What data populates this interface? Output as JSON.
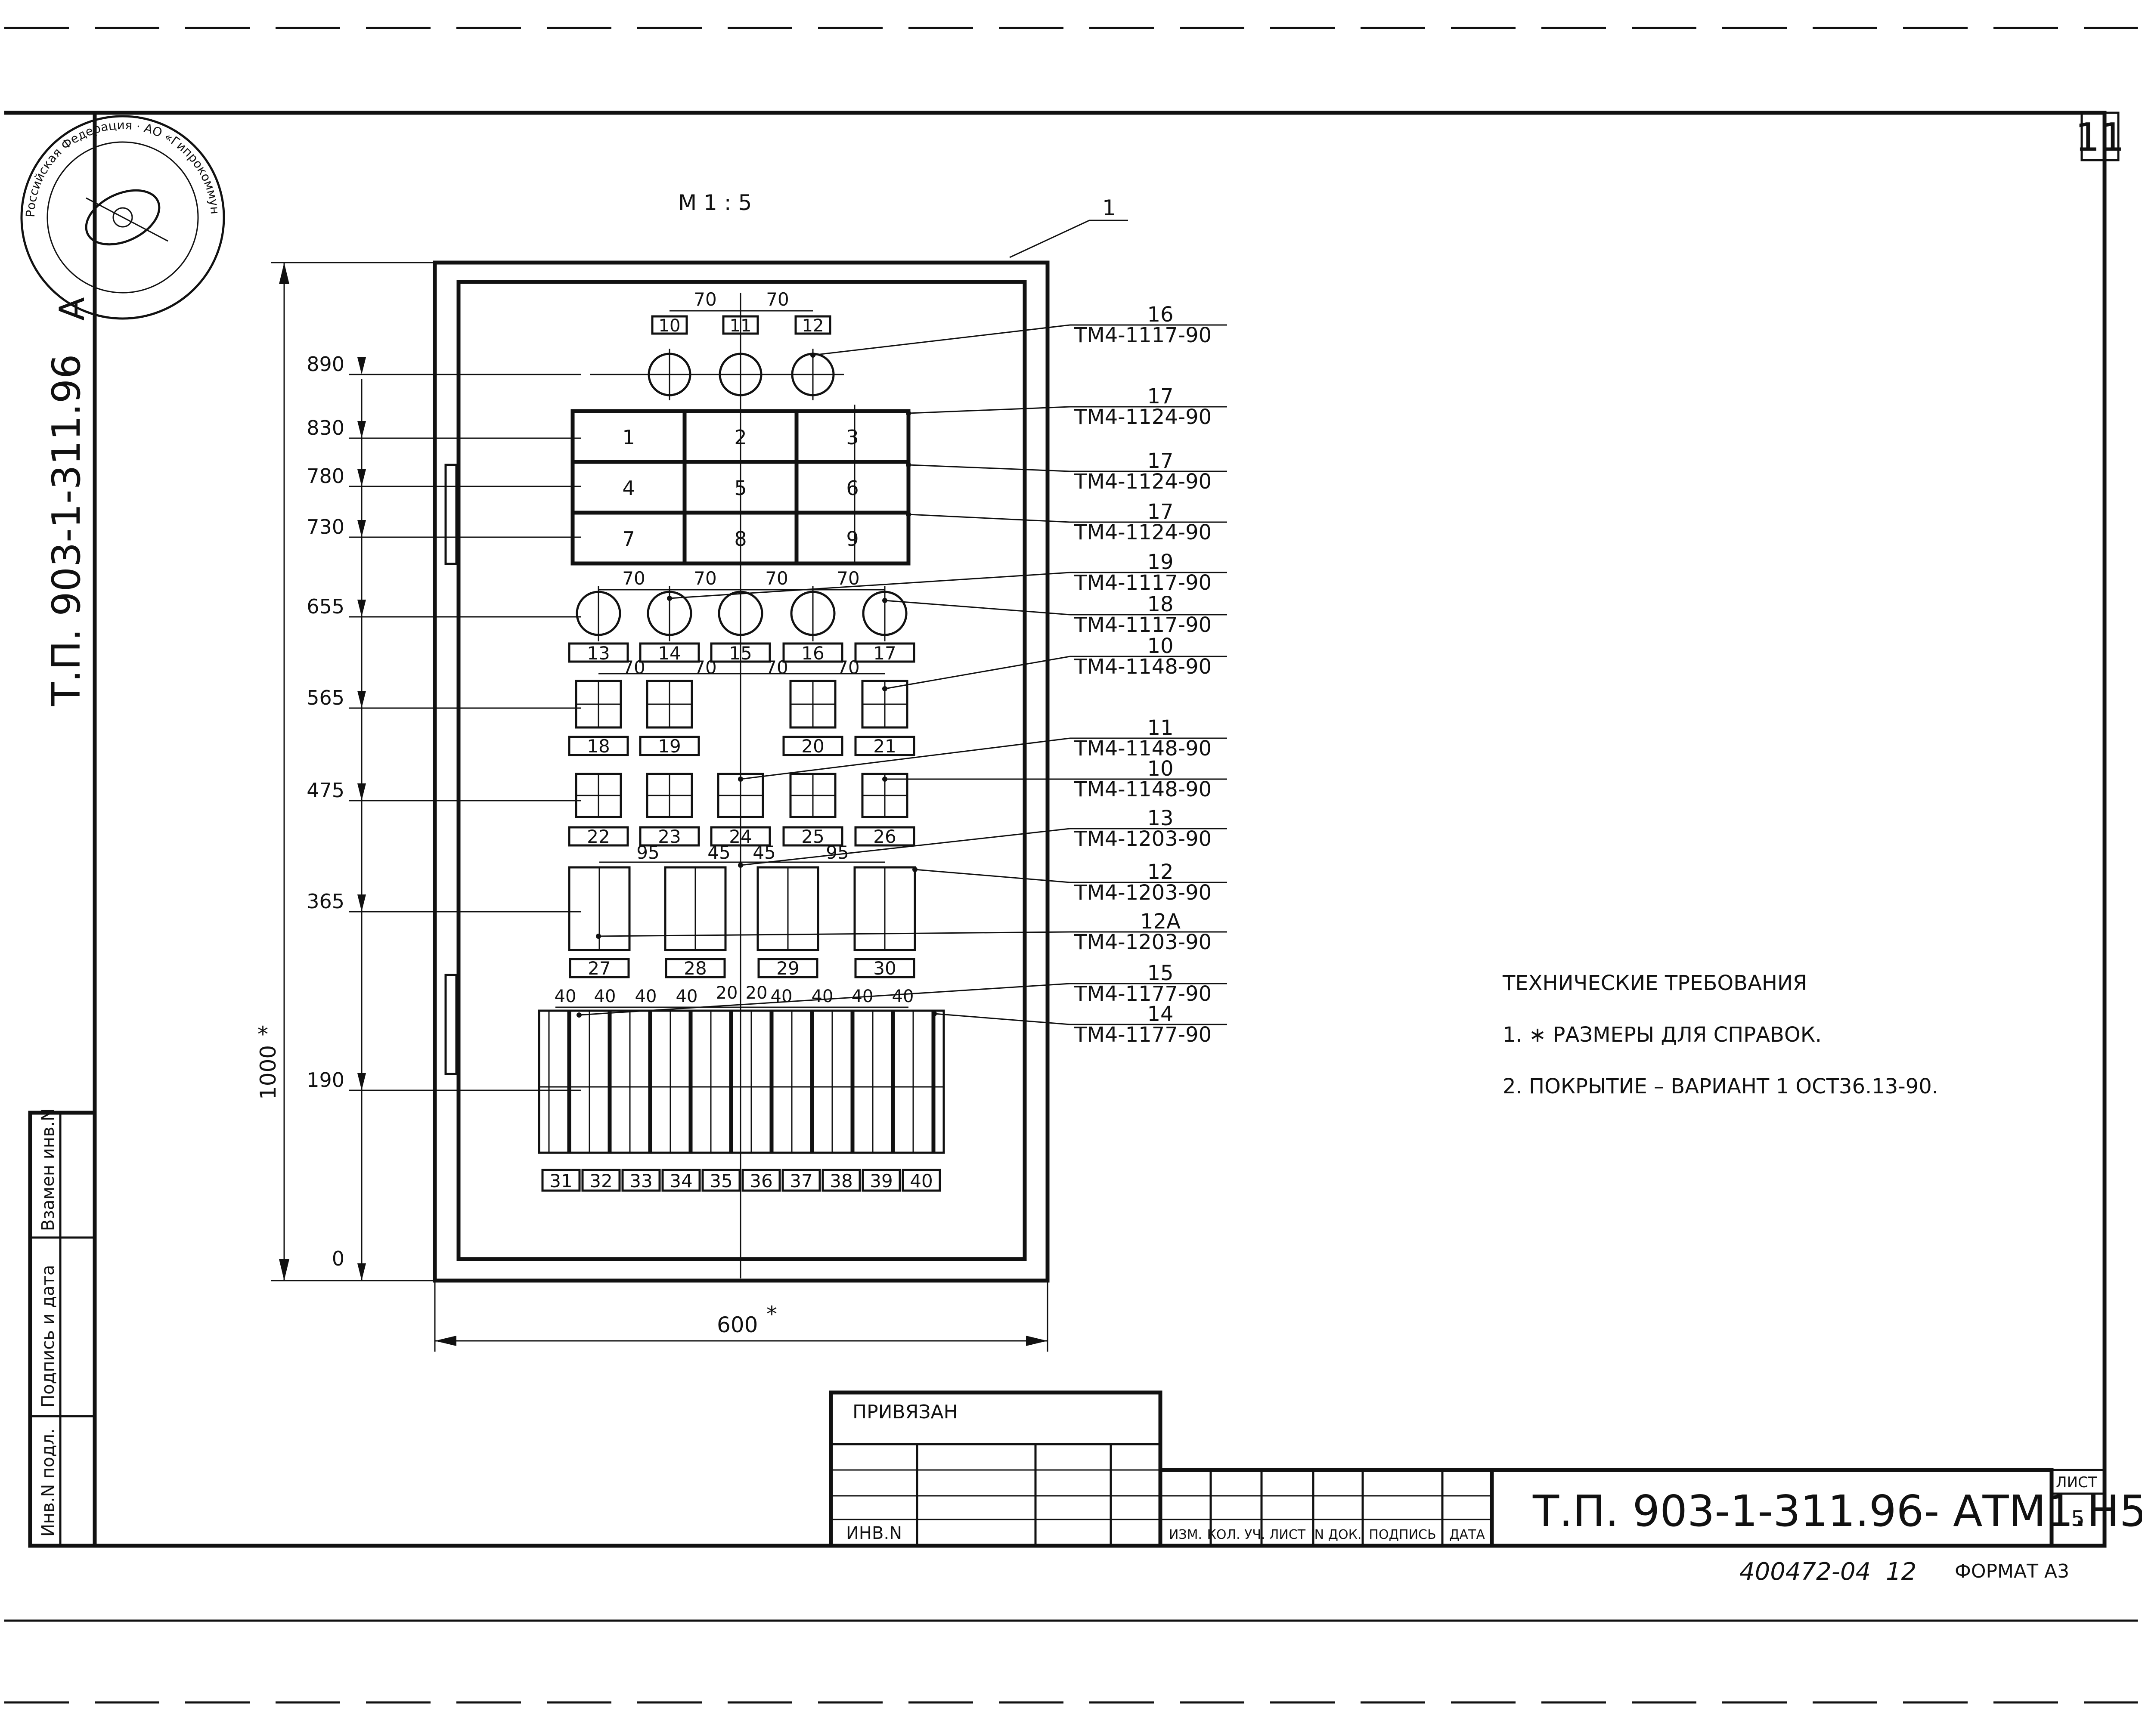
{
  "sheet_number_top": "11",
  "side_code": "Т.П.  903-1-311.96",
  "side_code_fragment": "А",
  "stamp_text": "Российская Федерация · АО «Гипрокоммунэнерго» · г. Москва",
  "scale": "М 1 : 5",
  "dimensions": {
    "width": "600",
    "height": "1000",
    "star": "*",
    "elevations": [
      "890",
      "830",
      "780",
      "730",
      "655",
      "565",
      "475",
      "365",
      "190",
      "0"
    ],
    "spacing_70": "70",
    "spacing_95": "95",
    "spacing_45": "45",
    "spacing_40": "40",
    "spacing_20": "20"
  },
  "panel_item": "1",
  "lamps_top": [
    "10",
    "11",
    "12"
  ],
  "grid_cells": [
    "1",
    "2",
    "3",
    "4",
    "5",
    "6",
    "7",
    "8",
    "9"
  ],
  "lamps_row": [
    "13",
    "14",
    "15",
    "16",
    "17"
  ],
  "boxes_565": [
    "18",
    "19",
    "20",
    "21"
  ],
  "boxes_475": [
    "22",
    "23",
    "24",
    "25",
    "26"
  ],
  "boxes_365": [
    "27",
    "28",
    "29",
    "30"
  ],
  "terminal_labels": [
    "31",
    "32",
    "33",
    "34",
    "35",
    "36",
    "37",
    "38",
    "39",
    "40"
  ],
  "callouts": [
    {
      "num": "16",
      "code": "ТМ4-1117-90"
    },
    {
      "num": "17",
      "code": "ТМ4-1124-90"
    },
    {
      "num": "17",
      "code": "ТМ4-1124-90"
    },
    {
      "num": "17",
      "code": "ТМ4-1124-90"
    },
    {
      "num": "19",
      "code": "ТМ4-1117-90"
    },
    {
      "num": "18",
      "code": "ТМ4-1117-90"
    },
    {
      "num": "10",
      "code": "ТМ4-1148-90"
    },
    {
      "num": "11",
      "code": "ТМ4-1148-90"
    },
    {
      "num": "10",
      "code": "ТМ4-1148-90"
    },
    {
      "num": "13",
      "code": "ТМ4-1203-90"
    },
    {
      "num": "12",
      "code": "ТМ4-1203-90"
    },
    {
      "num": "12А",
      "code": "ТМ4-1203-90"
    },
    {
      "num": "15",
      "code": "ТМ4-1177-90"
    },
    {
      "num": "14",
      "code": "ТМ4-1177-90"
    }
  ],
  "requirements": {
    "title": "ТЕХНИЧЕСКИЕ ТРЕБОВАНИЯ",
    "item1": "1. ∗ РАЗМЕРЫ ДЛЯ СПРАВОК.",
    "item2": "2. ПОКРЫТИЕ – ВАРИАНТ 1   ОСТ36.13-90."
  },
  "side_table": {
    "zamen": "Взамен инв.N",
    "podpis": "Подпись и дата",
    "inv": "Инв.N подл."
  },
  "title_block": {
    "privyazan": "ПРИВЯЗАН",
    "inv_n": "ИНВ.N",
    "cols": [
      "ИЗМ.",
      "КОЛ. УЧ.",
      "ЛИСТ",
      "N ДОК.",
      "ПОДПИСЬ",
      "ДАТА"
    ],
    "designation": "Т.П.  903-1-311.96- АТМ1.Н5",
    "list_label": "ЛИСТ",
    "list_value": "5"
  },
  "footer": {
    "code": "400472-04",
    "copy": "12",
    "format": "ФОРМАТ  А3"
  }
}
